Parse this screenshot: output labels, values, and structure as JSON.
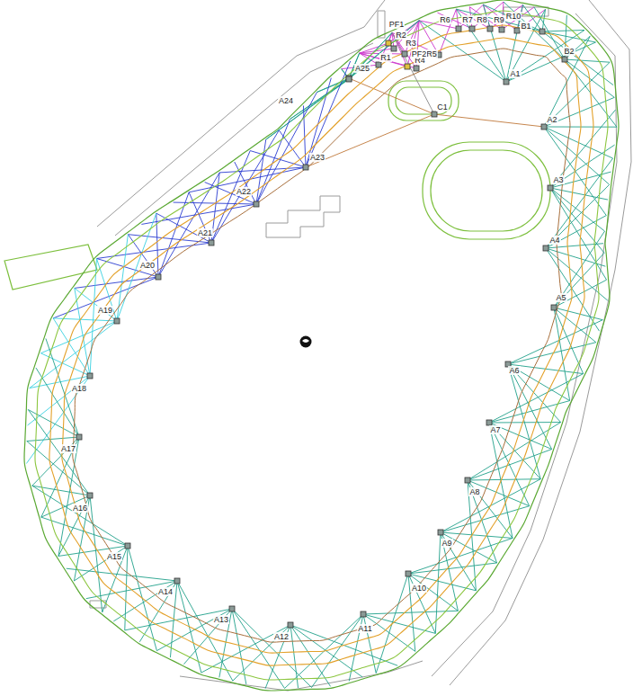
{
  "diagram": {
    "labels": [
      "PF1",
      "R2",
      "R3",
      "R4",
      "R5",
      "R6",
      "R7",
      "R8",
      "R9",
      "R10",
      "B1",
      "B2",
      "PF2",
      "R1",
      "A25",
      "A1",
      "C1",
      "A2",
      "A24",
      "A23",
      "A3",
      "A22",
      "A4",
      "A21",
      "A20",
      "A19",
      "A5",
      "A6",
      "A18",
      "A7",
      "A17",
      "A8",
      "A16",
      "A9",
      "A15",
      "A10",
      "A14",
      "A11",
      "A13",
      "A12"
    ]
  }
}
